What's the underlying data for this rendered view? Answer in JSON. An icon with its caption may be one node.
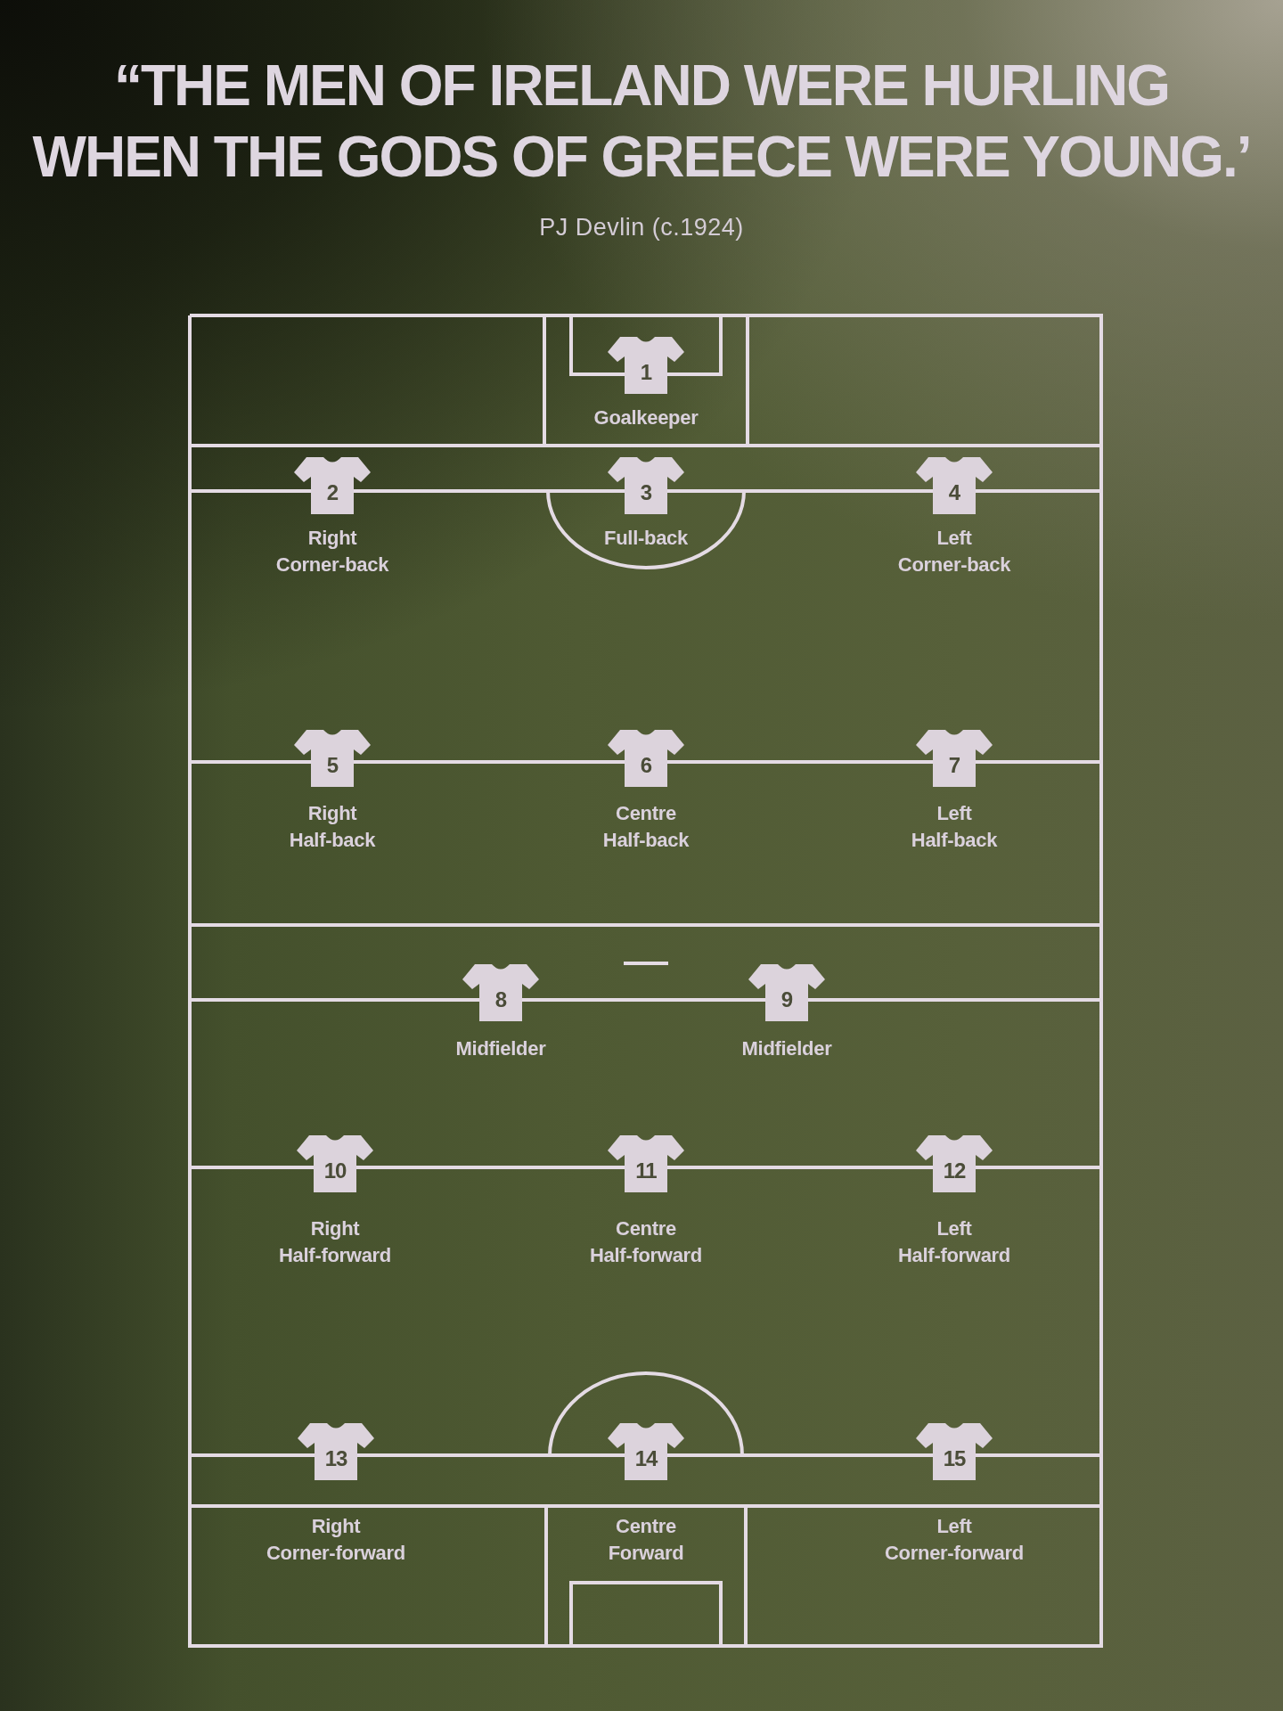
{
  "diagram": {
    "title": "“THE MEN OF IRELAND WERE HURLING WHEN THE GODS OF GREECE WERE YOUNG.’",
    "nodes": [
      {
        "text": [
          "1"
        ],
        "beside": [
          "Goalkeeper"
        ]
      },
      {
        "text": [
          "2"
        ],
        "beside": [
          "Right Corner-back"
        ]
      },
      {
        "text": [
          "3"
        ],
        "beside": [
          "Full-back"
        ]
      },
      {
        "text": [
          "4"
        ],
        "beside": [
          "Left Corner-back"
        ]
      },
      {
        "text": [
          "5"
        ],
        "beside": [
          "Right Half-back"
        ]
      },
      {
        "text": [
          "6"
        ],
        "beside": [
          "Centre Half-back"
        ]
      },
      {
        "text": [
          "7"
        ],
        "beside": [
          "Left Half-back"
        ]
      },
      {
        "text": [
          "8"
        ],
        "beside": [
          "Midfielder"
        ]
      },
      {
        "text": [
          "9"
        ],
        "beside": [
          "Midfielder"
        ]
      },
      {
        "text": [
          "10"
        ],
        "beside": [
          "Right Half-forward"
        ]
      },
      {
        "text": [
          "11"
        ],
        "beside": [
          "Centre Half-forward"
        ]
      },
      {
        "text": [
          "12"
        ],
        "beside": [
          "Left Half-forward"
        ]
      },
      {
        "text": [
          "13"
        ],
        "beside": [
          "Right Corner-forward"
        ]
      },
      {
        "text": [
          "14"
        ],
        "beside": [
          "Centre Forward"
        ]
      },
      {
        "text": [
          "15"
        ],
        "beside": [
          "Left Corner-forward"
        ]
      }
    ],
    "labels": [
      "PJ Devlin (c.1924)"
    ]
  }
}
